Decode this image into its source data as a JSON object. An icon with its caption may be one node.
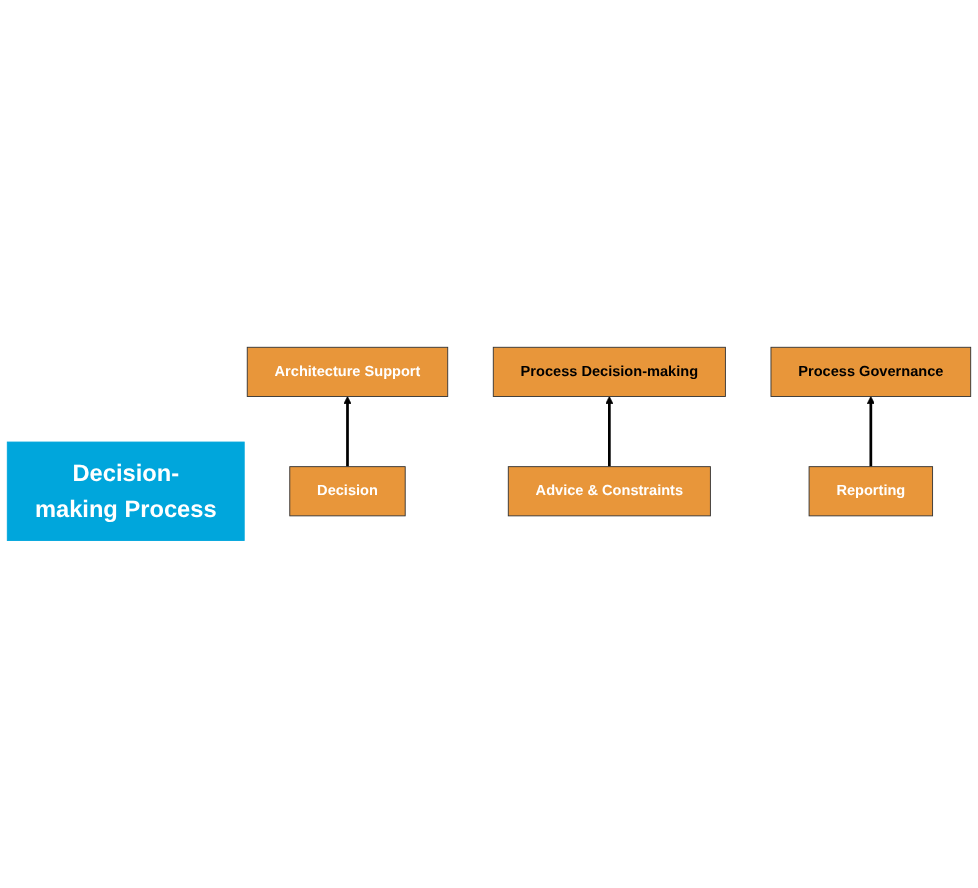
{
  "diagram": {
    "nodes": [
      {
        "text": [
          "Decision-making Process"
        ]
      },
      {
        "text": [
          "Process Decision-making"
        ]
      },
      {
        "text": [
          "Process Governance"
        ]
      },
      {
        "text": [
          "Decision"
        ]
      },
      {
        "text": [
          "Advice & Constraints"
        ]
      },
      {
        "text": [
          "Reporting"
        ]
      },
      {
        "text": [
          "Architecture Support"
        ]
      }
    ],
    "edges": [
      {
        "from": 4,
        "to": 1,
        "arrow": "to"
      },
      {
        "from": 3,
        "to": 6,
        "arrow": "to"
      },
      {
        "from": 5,
        "to": 2,
        "arrow": "to"
      }
    ]
  }
}
